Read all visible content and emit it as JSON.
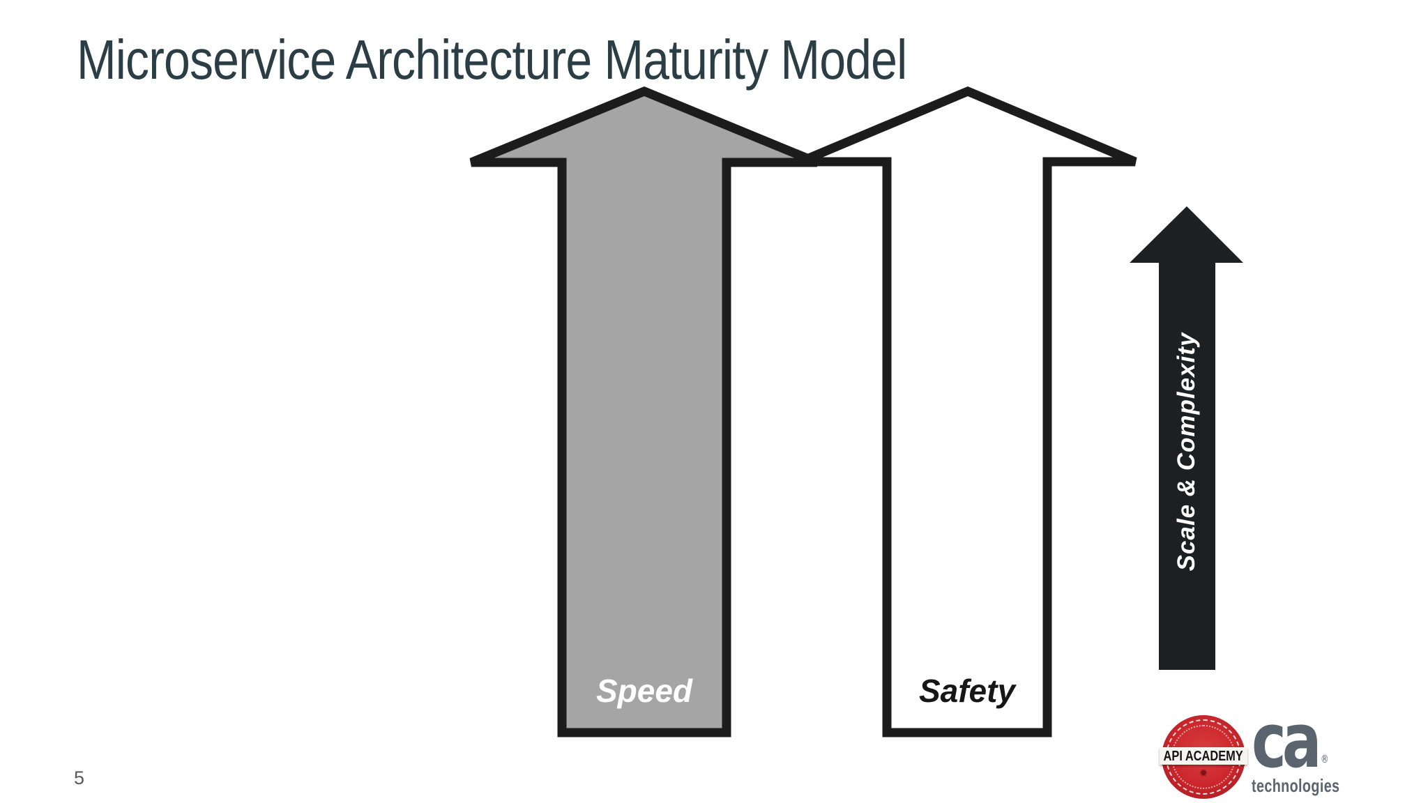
{
  "slide": {
    "title": "Microservice Architecture Maturity Model",
    "page_number": "5"
  },
  "arrows": {
    "speed": {
      "label": "Speed",
      "fill": "#a5a5a5",
      "stroke": "#1c1c1c",
      "label_color": "#ffffff"
    },
    "safety": {
      "label": "Safety",
      "fill": "#ffffff",
      "stroke": "#1c1c1c",
      "label_color": "#161616"
    },
    "scale_complexity": {
      "label": "Scale & Complexity",
      "fill": "#1d2023",
      "label_color": "#ffffff"
    }
  },
  "logos": {
    "api_academy": {
      "label": "API ACADEMY",
      "badge_color": "#ca262c",
      "star_icon": "✹"
    },
    "ca_technologies": {
      "wordmark": "ca",
      "registered_mark": "®",
      "subtitle": "technologies",
      "color": "#5a646e"
    }
  },
  "colors": {
    "title_text": "#2c3e45",
    "page_number_text": "#5a5a5a",
    "background": "#ffffff"
  }
}
